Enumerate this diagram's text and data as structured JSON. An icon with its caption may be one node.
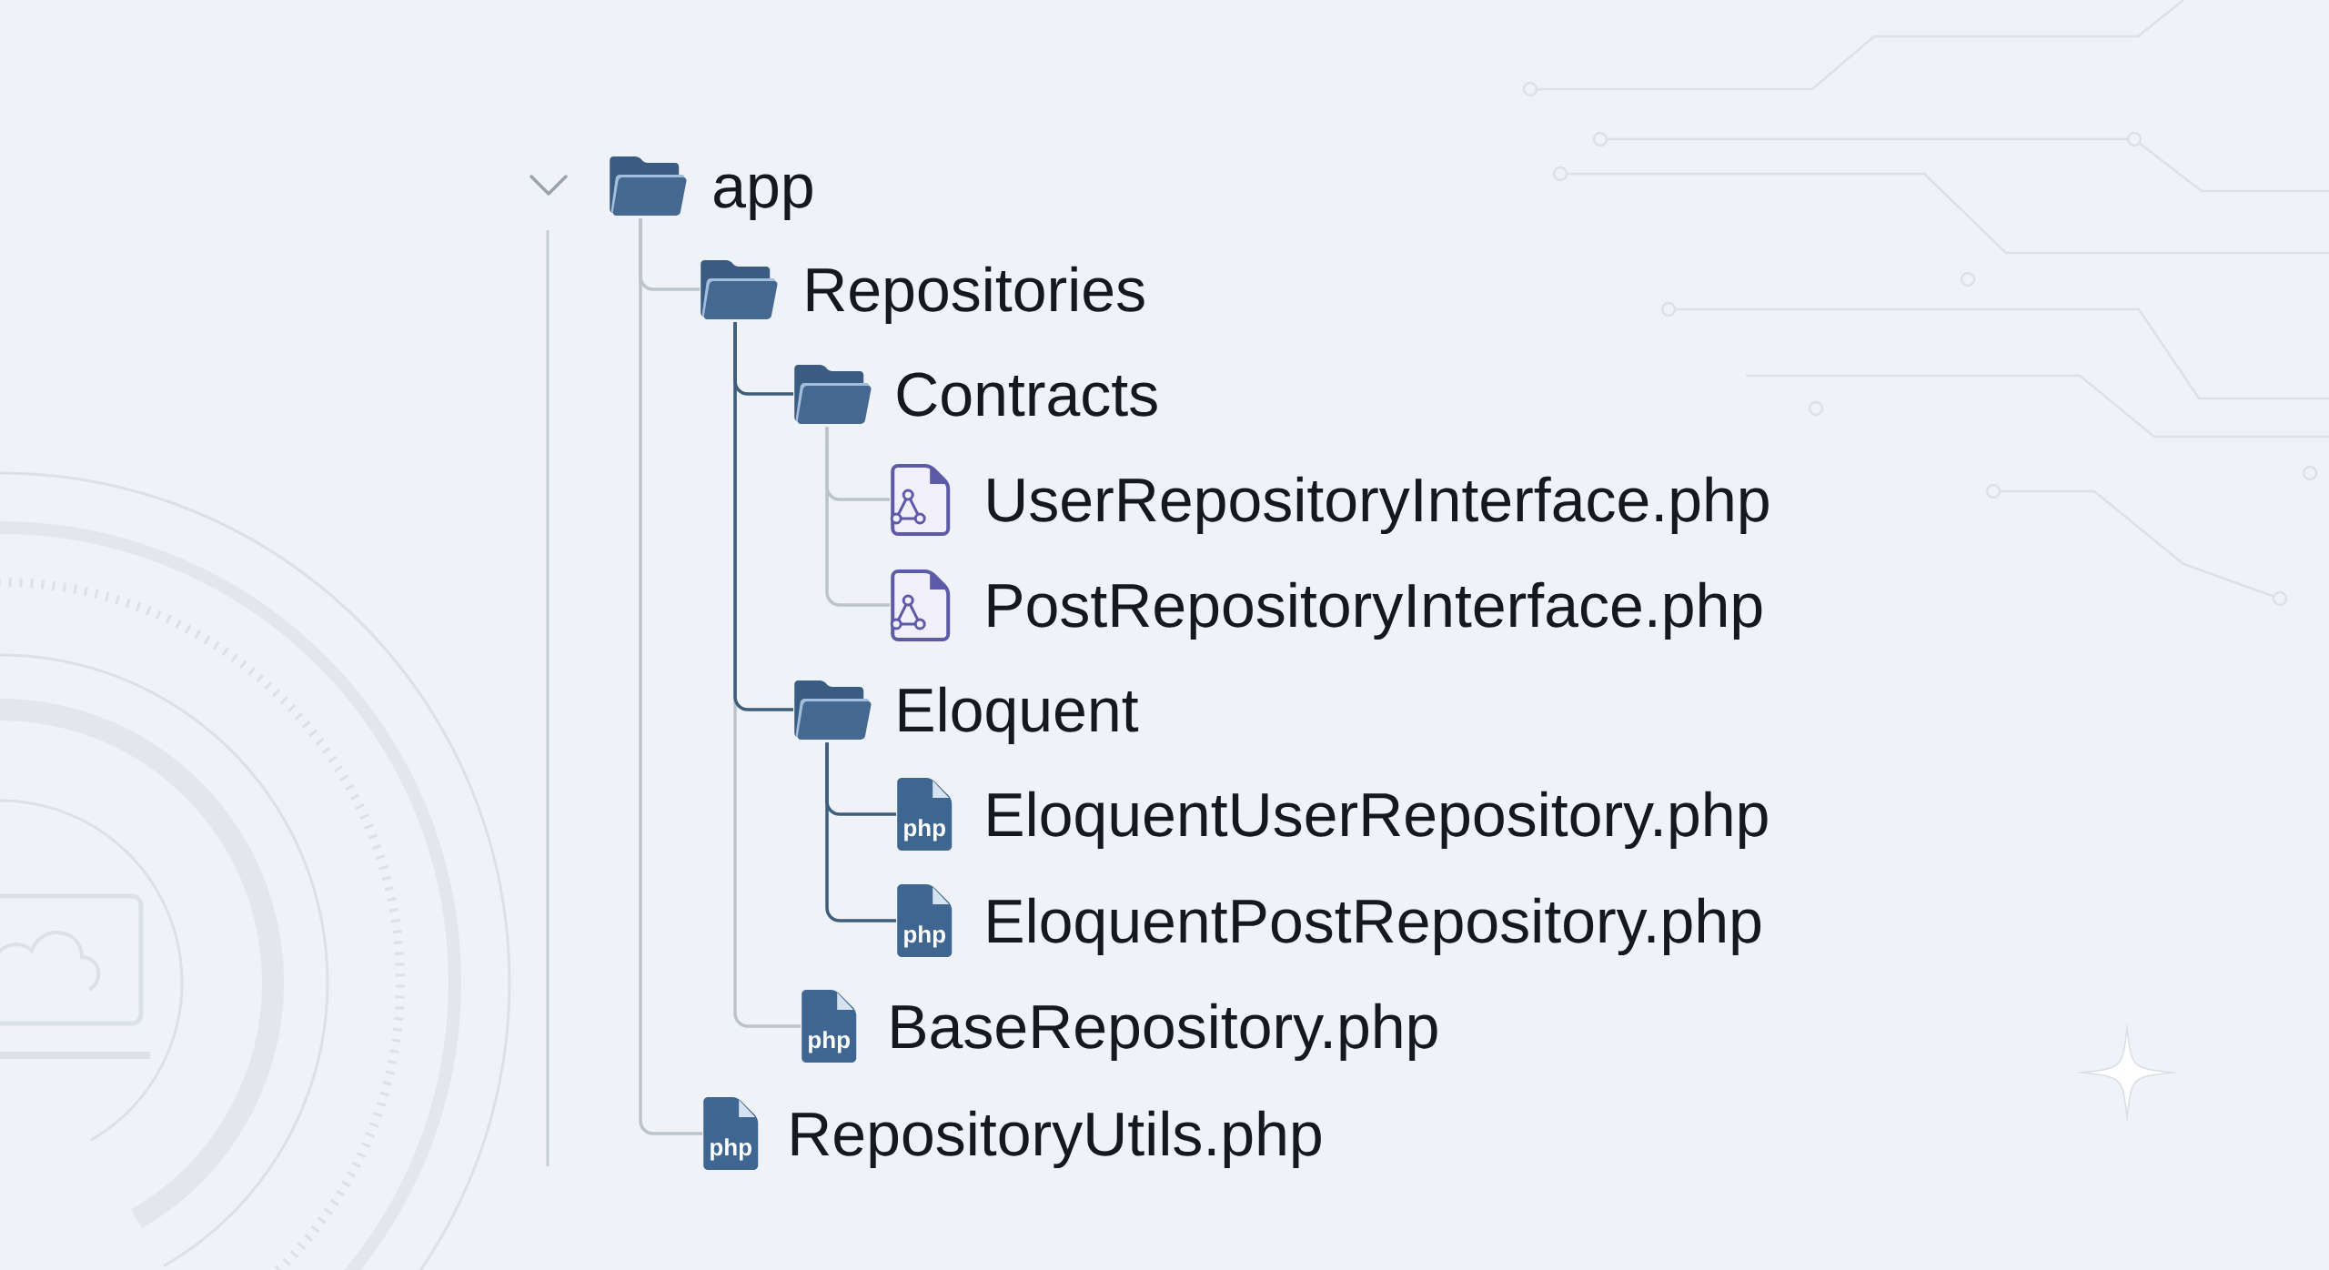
{
  "diagram": {
    "nodes": [
      {
        "text": [
          "app"
        ]
      },
      {
        "text": [
          "Repositories"
        ]
      },
      {
        "text": [
          "Contracts"
        ]
      },
      {
        "text": [
          "UserRepositoryInterface.php"
        ]
      },
      {
        "text": [
          "PostRepositoryInterface.php"
        ]
      },
      {
        "text": [
          "Eloquent"
        ]
      },
      {
        "text": [
          "php",
          "EloquentUserRepository.php"
        ]
      },
      {
        "text": [
          "php",
          "EloquentPostRepository.php"
        ]
      },
      {
        "text": [
          "php",
          "BaseRepository.php"
        ]
      },
      {
        "text": [
          "php",
          "RepositoryUtils.php"
        ]
      }
    ],
    "edges": [
      {
        "from": 0,
        "to": 1,
        "arrow": "none"
      },
      {
        "from": 1,
        "to": 2,
        "arrow": "none",
        "color": "#3e5c7c"
      },
      {
        "from": 2,
        "to": 3,
        "arrow": "none"
      },
      {
        "from": 2,
        "to": 4,
        "arrow": "none"
      },
      {
        "from": 1,
        "to": 5,
        "arrow": "none",
        "color": "#3e5c7c"
      },
      {
        "from": 5,
        "to": 6,
        "arrow": "none",
        "color": "#3e5c7c"
      },
      {
        "from": 5,
        "to": 7,
        "arrow": "none",
        "color": "#3e5c7c"
      },
      {
        "from": 1,
        "to": 8,
        "arrow": "none"
      },
      {
        "from": 0,
        "to": 9,
        "arrow": "none"
      }
    ]
  }
}
